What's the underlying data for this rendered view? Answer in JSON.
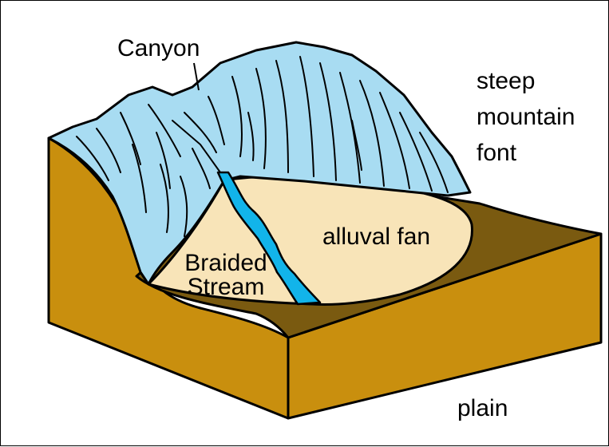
{
  "labels": {
    "canyon": "Canyon",
    "steep_mountain_front": [
      "steep",
      "mountain",
      "font"
    ],
    "alluvial_fan": "alluval fan",
    "braided_stream": [
      "Braided",
      "Stream"
    ],
    "plain": "plain"
  },
  "colors": {
    "mountain": "#a8dcf2",
    "fan": "#f8e4b8",
    "stream": "#12b4ea",
    "plain_surface": "#7a5a10",
    "block_side": "#c98f0e",
    "outline": "#000000"
  }
}
